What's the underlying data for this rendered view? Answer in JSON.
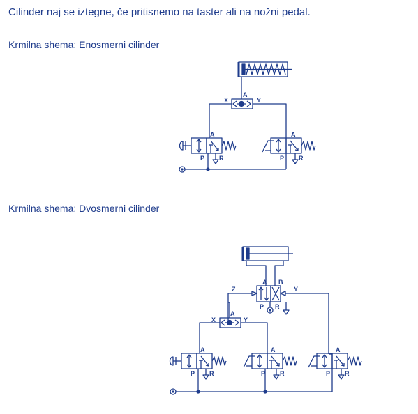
{
  "intro": "Cilinder naj se iztegne, če pritisnemo na taster ali na nožni pedal.",
  "schemes": [
    {
      "title": "Krmilna shema:  Enosmerni cilinder"
    },
    {
      "title": "Krmilna shema:  Dvosmerni cilinder"
    }
  ],
  "labels": {
    "A": "A",
    "B": "B",
    "P": "P",
    "R": "R",
    "X": "X",
    "Y": "Y",
    "Z": "Z"
  },
  "colors": {
    "ink": "#1f3c8c"
  }
}
